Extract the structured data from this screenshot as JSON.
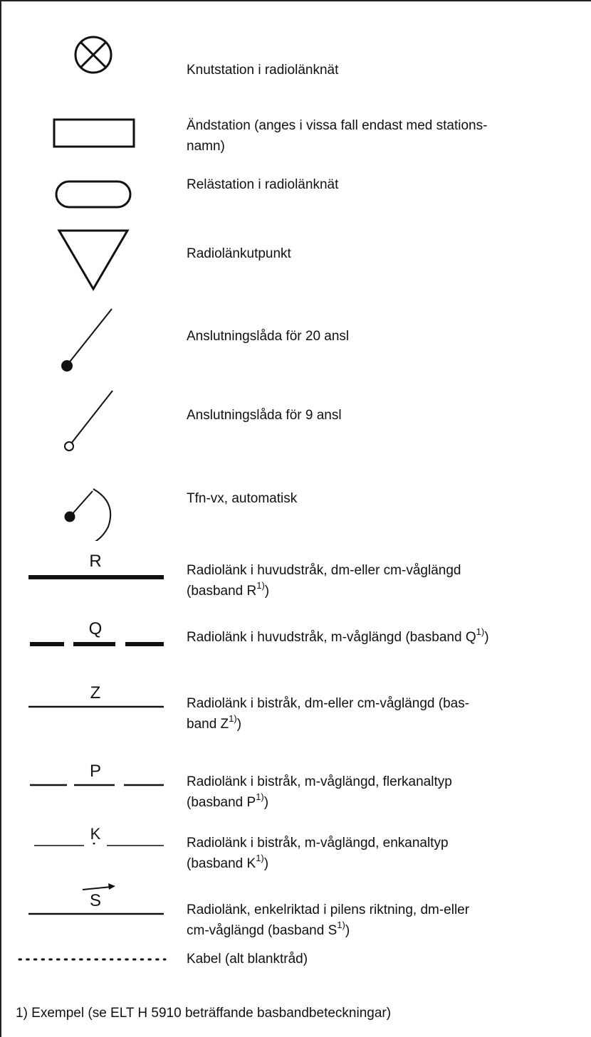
{
  "legend": [
    {
      "id": "knut",
      "symbol": "crossed-circle-icon",
      "text": "Knutstation i radiolänknät"
    },
    {
      "id": "and",
      "symbol": "rectangle-icon",
      "text": "Ändstation (anges i vissa fall endast med stations-",
      "text2": "namn)"
    },
    {
      "id": "rela",
      "symbol": "rounded-rectangle-icon",
      "text": "Relästation i radiolänknät"
    },
    {
      "id": "kutpunkt",
      "symbol": "inverted-triangle-icon",
      "text": "Radiolänkutpunkt"
    },
    {
      "id": "ansl20",
      "symbol": "filled-dot-line-icon",
      "text": "Anslutningslåda för 20 ansl"
    },
    {
      "id": "ansl9",
      "symbol": "hollow-dot-line-icon",
      "text": "Anslutningslåda för 9 ansl"
    },
    {
      "id": "tfn",
      "symbol": "dot-line-arc-icon",
      "text": "Tfn-vx, automatisk"
    },
    {
      "id": "R",
      "letter": "R",
      "symbol": "thick-solid-line",
      "text": "Radiolänk i huvudstråk, dm-eller cm-våglängd",
      "text2": "(basband R",
      "sup": "1)",
      "tail": ")"
    },
    {
      "id": "Q",
      "letter": "Q",
      "symbol": "thick-dashed-line",
      "text": "Radiolänk i huvudstråk, m-våglängd (basband Q",
      "sup": "1)",
      "tail": ")"
    },
    {
      "id": "Z",
      "letter": "Z",
      "symbol": "thin-solid-line",
      "text": "Radiolänk i bistråk, dm-eller cm-våglängd (bas-",
      "text2": "band Z",
      "sup": "1)",
      "tail": ")"
    },
    {
      "id": "P",
      "letter": "P",
      "symbol": "thin-dashed-line",
      "text": "Radiolänk i bistråk, m-våglängd, flerkanaltyp",
      "text2": "(basband P",
      "sup": "1)",
      "tail": ")"
    },
    {
      "id": "K",
      "letter": "K",
      "symbol": "hairline-dashed-line",
      "text": "Radiolänk i bistråk, m-våglängd, enkanaltyp",
      "text2": "(basband K",
      "sup": "1)",
      "tail": ")"
    },
    {
      "id": "S",
      "letter": "S",
      "symbol": "line-with-arrow",
      "text": "Radiolänk, enkelriktad i pilens riktning, dm-eller",
      "text2": "cm-våglängd (basband S",
      "sup": "1)",
      "tail": ")"
    },
    {
      "id": "kabel",
      "symbol": "dotted-line",
      "text": "Kabel (alt blanktråd)"
    }
  ],
  "footnote": "1)  Exempel (se ELT H 5910 beträffande basbandbeteckningar)"
}
